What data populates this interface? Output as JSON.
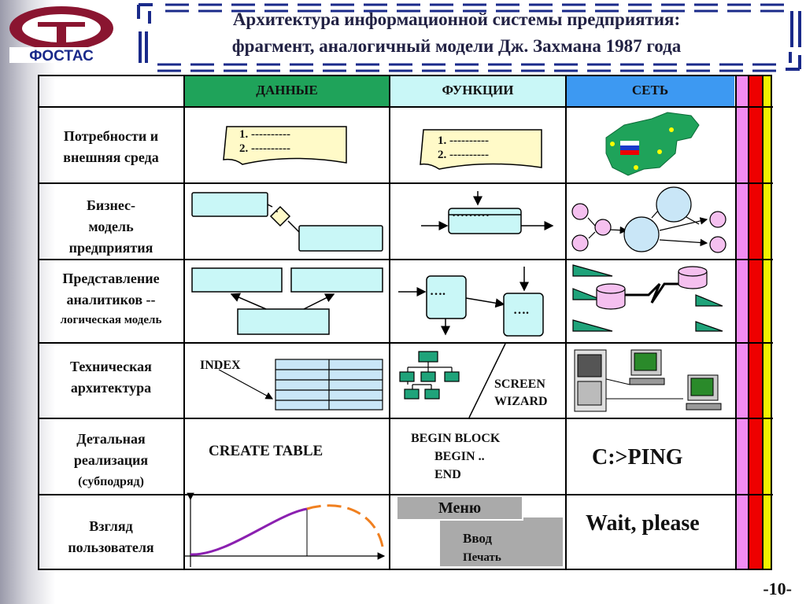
{
  "logo": {
    "text": "ФОСТАС"
  },
  "title": {
    "line1": "Архитектура информационной системы предприятия:",
    "line2": "фрагмент, аналогичный модели Дж. Захмана 1987 года"
  },
  "columns": {
    "data": "ДАННЫЕ",
    "functions": "ФУНКЦИИ",
    "network": "СЕТЬ"
  },
  "rows": {
    "needs": {
      "line1": "Потребности и",
      "line2": "внешняя среда"
    },
    "business": {
      "line1": "Бизнес-",
      "line2": "модель",
      "line3": "предприятия"
    },
    "analyst": {
      "line1": "Представление",
      "line2": "аналитиков --",
      "line3": "логическая модель"
    },
    "technical": {
      "line1": "Техническая",
      "line2": "архитектура"
    },
    "detailed": {
      "line1": "Детальная",
      "line2": "реализация",
      "line3": "(субподряд)"
    },
    "user": {
      "line1": "Взгляд",
      "line2": "пользователя"
    }
  },
  "cells": {
    "list_item1": "1. ----------",
    "list_item2": "2. ----------",
    "process_label": "………",
    "store_label": "….",
    "diamond_label": "·",
    "index_label": "INDEX",
    "screen_label": "SCREEN",
    "wizard_label": "WIZARD",
    "create_table": "CREATE  TABLE",
    "begin_block": "BEGIN  BLOCK",
    "begin": "BEGIN ..",
    "end": "END",
    "ping": "C:>PING",
    "menu": "Меню",
    "input": "Ввод",
    "print": "Печать",
    "wait": "Wait, please"
  },
  "colors": {
    "data_header": "#1fa35a",
    "functions_header": "#c9f7f7",
    "network_header": "#3d99f2",
    "stripe_pink": "#f28cf2",
    "stripe_red": "#ee0000",
    "stripe_yellow": "#f2f200",
    "shape_fill": "#c9f7f7",
    "teal": "#1fa37a",
    "pink_node": "#f5c0ef",
    "blue_node": "#c9e6f7"
  },
  "page_number": "-10-"
}
